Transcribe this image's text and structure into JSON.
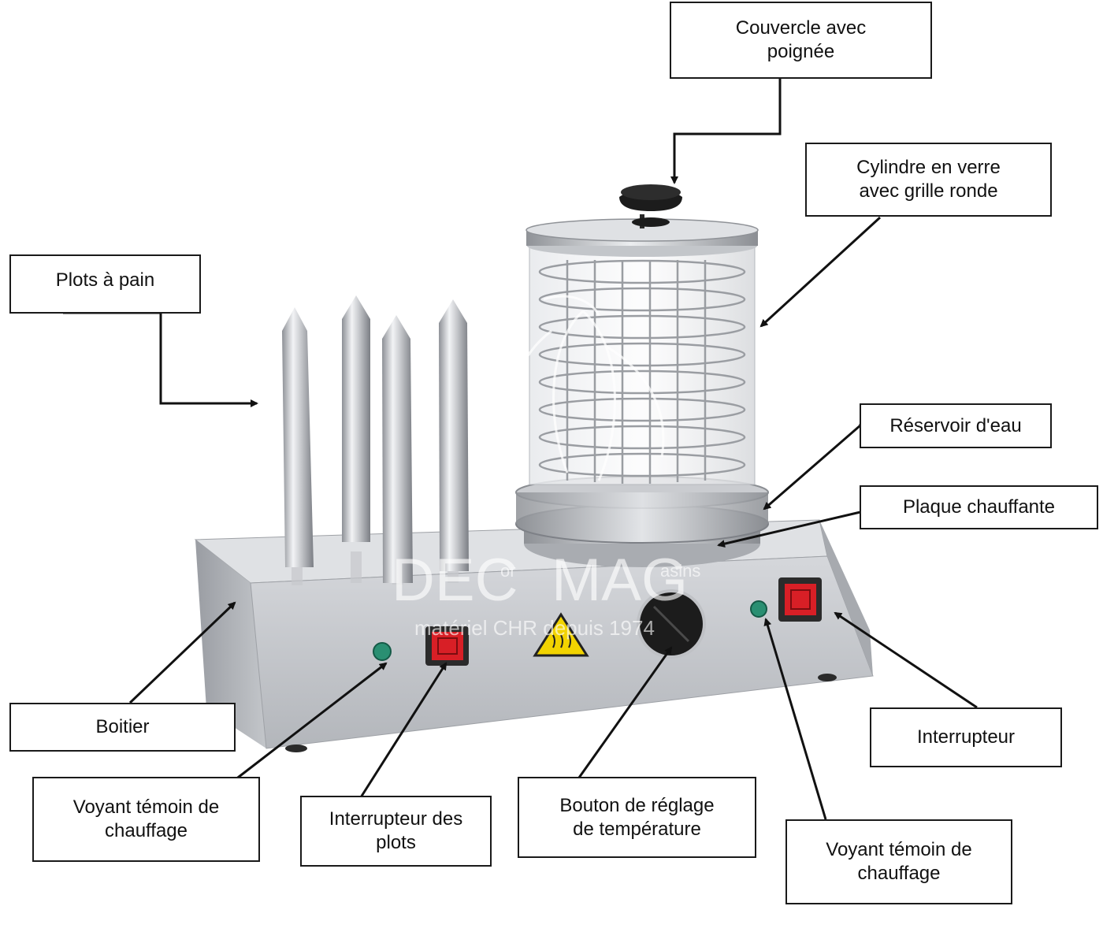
{
  "colors": {
    "border": "#1a1a1a",
    "text": "#111111",
    "steel_light": "#e9eaec",
    "steel_mid": "#b9bcc1",
    "steel_dark": "#7d8188",
    "knob": "#1c1c1c",
    "switch_red": "#d81f26",
    "indicator_green": "#2a8f72",
    "warning_yellow": "#f2d300"
  },
  "labels": {
    "couvercle": "Couvercle avec\npoignée",
    "cylindre": "Cylindre en verre\navec grille ronde",
    "plots": "Plots à pain",
    "reservoir": "Réservoir d'eau",
    "plaque": "Plaque chauffante",
    "boitier": "Boitier",
    "interrupteur": "Interrupteur",
    "voyant_left": "Voyant témoin de\nchauffage",
    "interrupteur_plots": "Interrupteur des\nplots",
    "bouton": "Bouton de réglage\nde température",
    "voyant_right": "Voyant témoin de\nchauffage"
  },
  "watermark": {
    "brand_main_1": "DEC",
    "brand_small_1": "or",
    "brand_main_2": "MAG",
    "brand_small_2": "asins",
    "tagline": "matériel CHR depuis 1974"
  },
  "icons": {
    "warning": "hot-surface-warning-icon",
    "arrow": "arrow-head-icon"
  }
}
